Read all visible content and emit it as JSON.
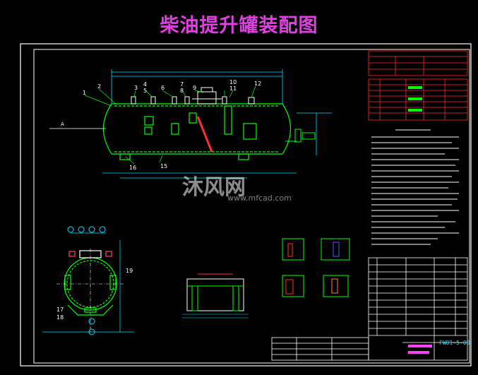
{
  "title": "柴油提升罐装配图",
  "watermark": {
    "text": "沐风网",
    "url": "www.mfcad.com"
  },
  "view_label": "A",
  "sheet_number": "FW01-5-00",
  "balloons": [
    "1",
    "2",
    "3",
    "4",
    "5",
    "6",
    "7",
    "8",
    "9",
    "10",
    "11",
    "12",
    "15",
    "16",
    "17",
    "18",
    "19"
  ],
  "colors": {
    "drawing": "#00ff00",
    "dimension": "#00e0ff",
    "title_accent": "#e040e0",
    "table_red": "#ff2a2a",
    "frame": "#ffffff"
  },
  "icons": [
    "lifting-lug-icon",
    "nozzle-icon",
    "saddle-support-icon"
  ]
}
